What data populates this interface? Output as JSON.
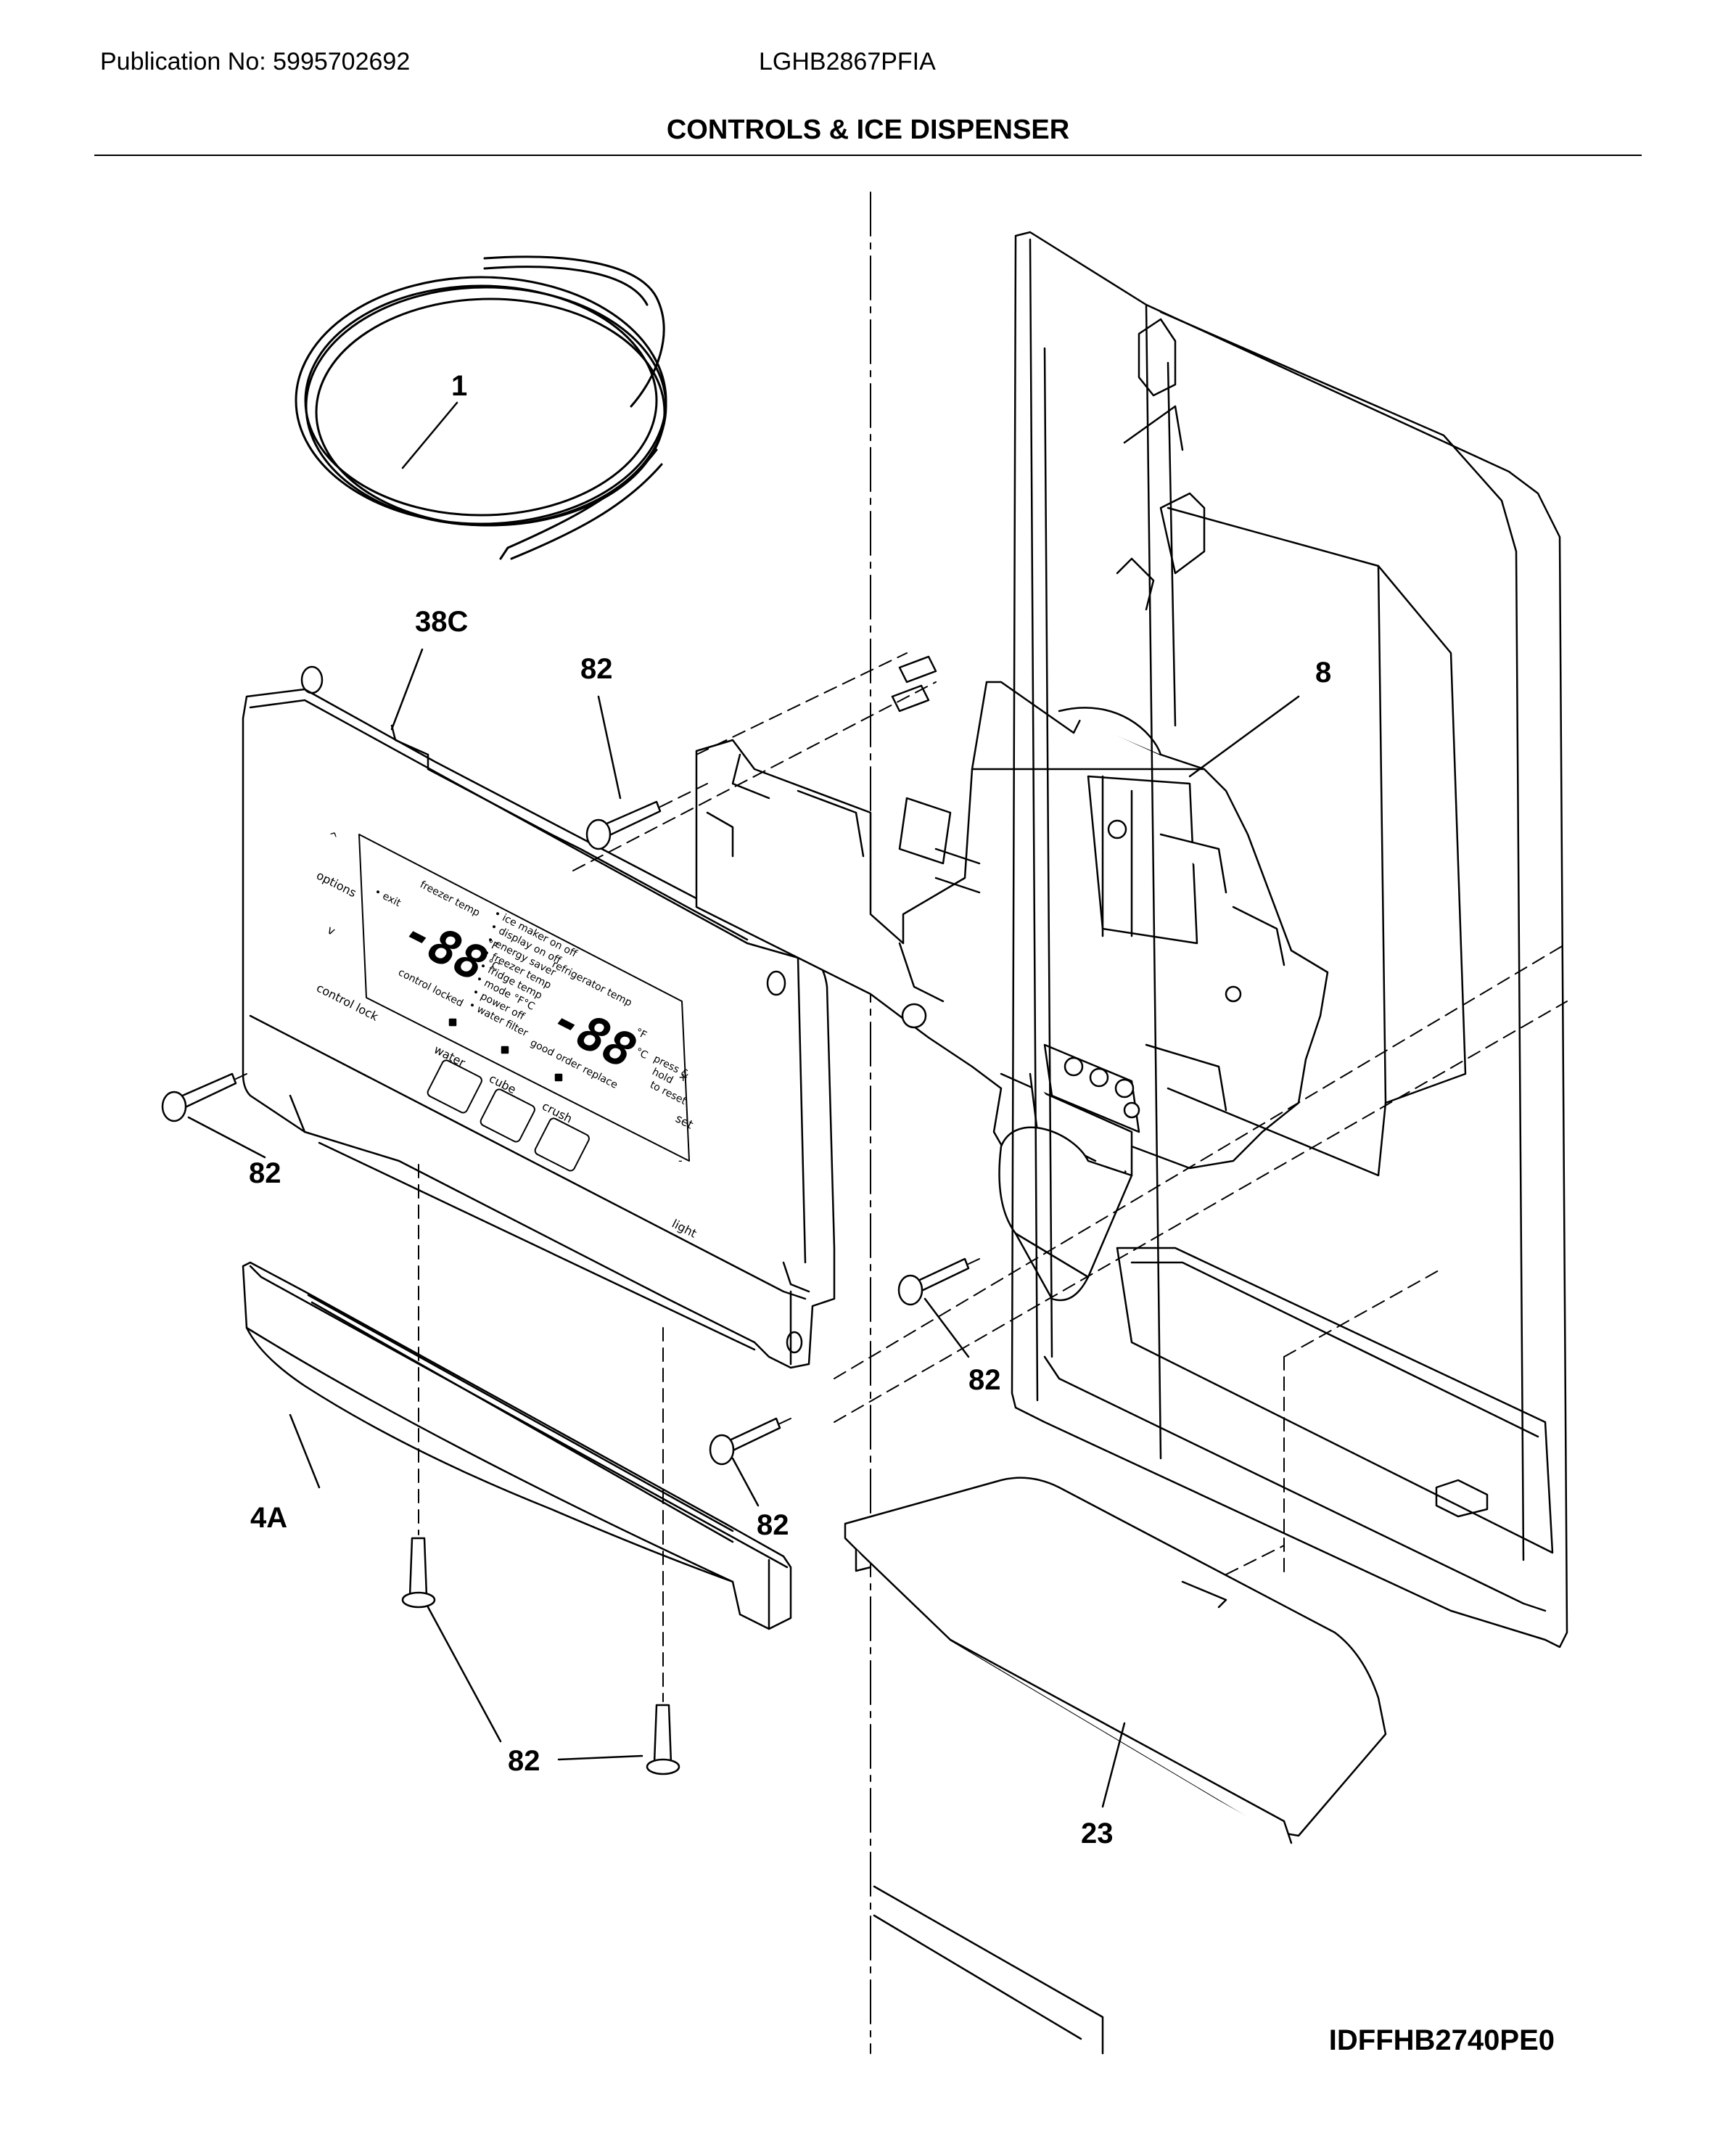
{
  "header": {
    "publication": "Publication No: 5995702692",
    "model": "LGHB2867PFIA",
    "title": "CONTROLS & ICE DISPENSER"
  },
  "footer": {
    "diagram_code": "IDFFHB2740PE0"
  },
  "callouts": {
    "tube": "1",
    "control_panel": "38C",
    "dispenser_assembly": "8",
    "trim": "4A",
    "drip_tray": "23",
    "screw_top_left": "82",
    "screw_left": "82",
    "screw_right": "82",
    "screw_center": "82",
    "screw_bottom": "82"
  },
  "panel": {
    "up_arrow": "^",
    "options": "options",
    "down_arrow": "v",
    "control_lock": "control lock",
    "exit": "• exit",
    "freezer_temp": "freezer temp",
    "freezer_digits": "-88",
    "unit_f1": "°F",
    "unit_c1": "°C",
    "control_locked": "control locked",
    "menu_items": [
      "• ice maker on off",
      "• display on off",
      "• energy saver",
      "• freezer temp",
      "• fridge temp",
      "• mode °F°C",
      "• power off",
      "• water filter"
    ],
    "good_order_replace": "good order replace",
    "refrigerator_temp": "refrigerator temp",
    "fridge_digits": "-88",
    "unit_f2": "°F",
    "unit_c2": "°C",
    "press_hold": [
      "press &",
      "hold",
      "to reset"
    ],
    "water": "water",
    "cube": "cube",
    "crush": "crush",
    "plus": "+",
    "set": "set",
    "minus": "-",
    "light": "light"
  }
}
